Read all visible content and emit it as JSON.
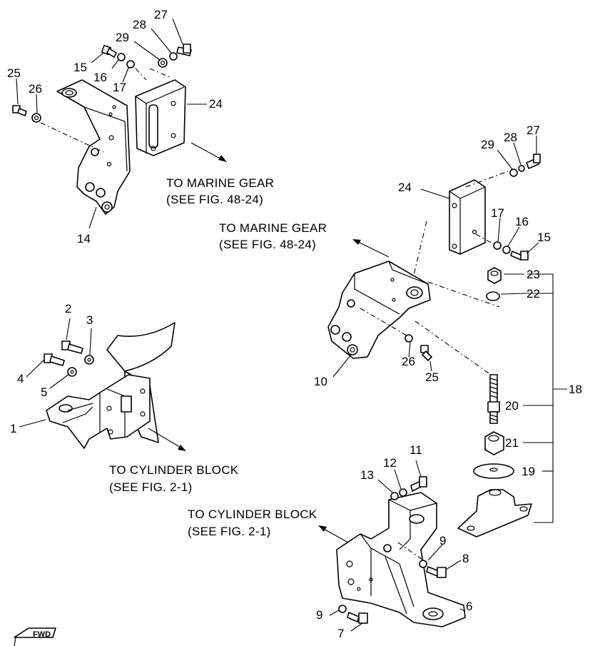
{
  "annotations": {
    "to_marine_gear_top": [
      "TO MARINE GEAR",
      "(SEE FIG. 48-24)"
    ],
    "to_marine_gear_mid": [
      "TO MARINE GEAR",
      "(SEE FIG. 48-24)"
    ],
    "to_cylinder_block_left": [
      "TO CYLINDER BLOCK",
      "(SEE FIG. 2-1)"
    ],
    "to_cylinder_block_bottom": [
      "TO CYLINDER BLOCK",
      "(SEE FIG. 2-1)"
    ]
  },
  "callouts": {
    "p1": "1",
    "p2": "2",
    "p3": "3",
    "p4": "4",
    "p5": "5",
    "p6": "6",
    "p7": "7",
    "p8": "8",
    "p9a": "9",
    "p9b": "9",
    "p10": "10",
    "p11": "11",
    "p12": "12",
    "p13": "13",
    "p14": "14",
    "p15a": "15",
    "p15b": "15",
    "p16a": "16",
    "p16b": "16",
    "p17a": "17",
    "p17b": "17",
    "p18": "18",
    "p19": "19",
    "p20": "20",
    "p21": "21",
    "p22": "22",
    "p23": "23",
    "p24a": "24",
    "p24b": "24",
    "p25a": "25",
    "p25b": "25",
    "p26a": "26",
    "p26b": "26",
    "p27a": "27",
    "p27b": "27",
    "p28a": "28",
    "p28b": "28",
    "p29a": "29",
    "p29b": "29"
  },
  "fwd_mark": "FWD"
}
